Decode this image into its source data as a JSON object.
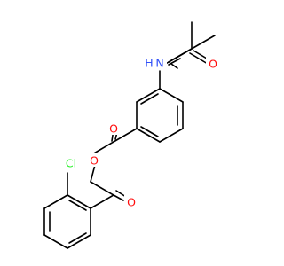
{
  "molecule": {
    "atoms": [
      {
        "id": "o-ester",
        "label": "O",
        "color": "#ff0d0d"
      },
      {
        "id": "o-carbonyl-ester",
        "label": "O",
        "color": "#ff0d0d"
      },
      {
        "id": "o-ketone",
        "label": "O",
        "color": "#ff0d0d"
      },
      {
        "id": "o-amide",
        "label": "O",
        "color": "#ff0d0d"
      },
      {
        "id": "n-amide",
        "label": "N",
        "color": "#3050f8"
      },
      {
        "id": "h-amide",
        "label": "H",
        "color": "#3050f8"
      },
      {
        "id": "cl",
        "label": "Cl",
        "color": "#1ff01f"
      }
    ]
  }
}
